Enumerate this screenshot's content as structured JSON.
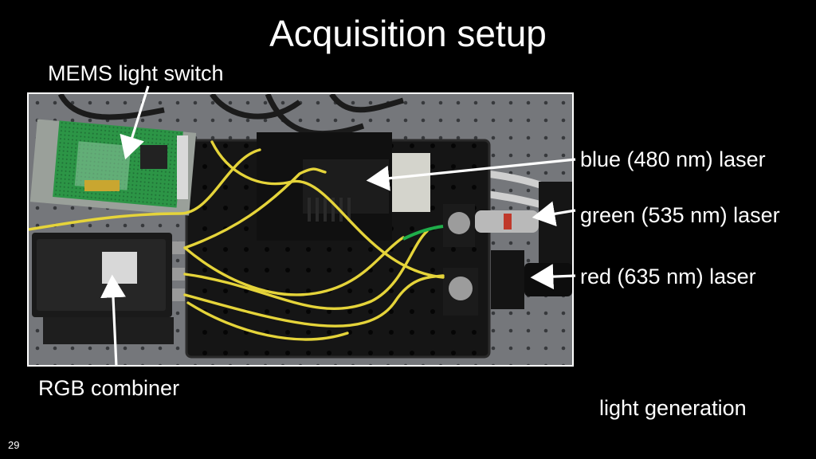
{
  "slide": {
    "title": "Acquisition setup",
    "page_number": "29"
  },
  "labels": {
    "mems": "MEMS light switch",
    "blue_laser": "blue (480 nm) laser",
    "green_laser": "green (535 nm) laser",
    "red_laser": "red (635 nm) laser",
    "rgb_combiner": "RGB combiner",
    "light_generation": "light generation"
  },
  "colors": {
    "background": "#000000",
    "text": "#ffffff",
    "fiber": "#e5d43a",
    "breadboard": "#141414",
    "pcb": "#2f9a4a",
    "table": "#7d8084"
  }
}
